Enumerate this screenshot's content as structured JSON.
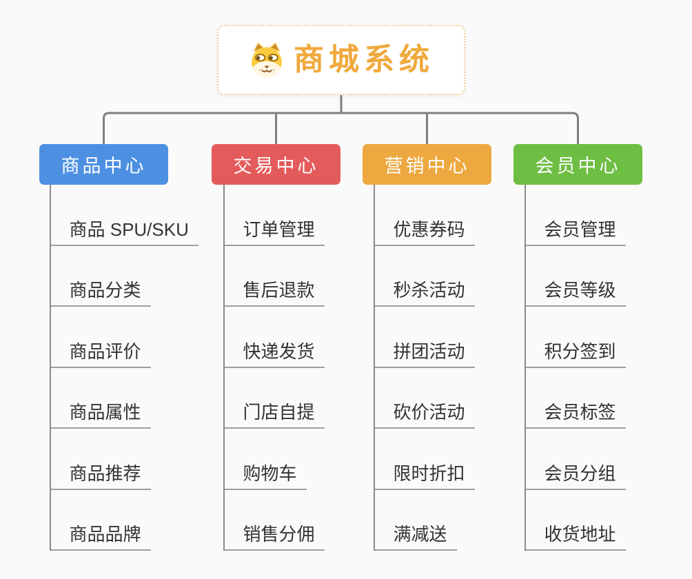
{
  "root": {
    "title": "商城系统",
    "icon": "dog-face-icon"
  },
  "branches": [
    {
      "label": "商品中心",
      "color": "#4D90E2",
      "items": [
        "商品 SPU/SKU",
        "商品分类",
        "商品评价",
        "商品属性",
        "商品推荐",
        "商品品牌"
      ]
    },
    {
      "label": "交易中心",
      "color": "#E45B5B",
      "items": [
        "订单管理",
        "售后退款",
        "快递发货",
        "门店自提",
        "购物车",
        "销售分佣"
      ]
    },
    {
      "label": "营销中心",
      "color": "#EDA83F",
      "items": [
        "优惠券码",
        "秒杀活动",
        "拼团活动",
        "砍价活动",
        "限时折扣",
        "满减送"
      ]
    },
    {
      "label": "会员中心",
      "color": "#6EBE44",
      "items": [
        "会员管理",
        "会员等级",
        "积分签到",
        "会员标签",
        "会员分组",
        "收货地址"
      ]
    }
  ],
  "colors": {
    "background": "#FAFAFA",
    "connector": "#7F7F7F",
    "root_text": "#F0A93C",
    "root_border": "#F2CD92",
    "leaf_text": "#333333",
    "leaf_vertical_line": "#8A8A8A",
    "leaf_underline": "#9E9E9E"
  }
}
